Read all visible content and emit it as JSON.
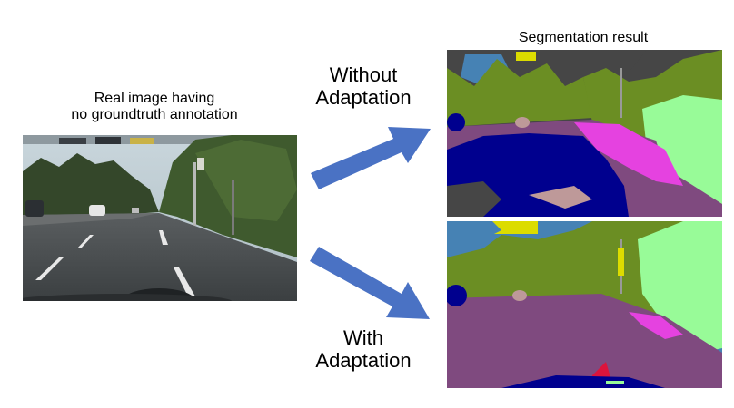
{
  "captions": {
    "real_image_line1": "Real image having",
    "real_image_line2": "no groundtruth annotation",
    "segmentation_result": "Segmentation result",
    "without_line1": "Without",
    "without_line2": "Adaptation",
    "with_line1": "With",
    "with_line2": "Adaptation"
  },
  "colors": {
    "arrow": "#4A72C4",
    "road": "#7F4A7F",
    "sidewalk": "#E542E0",
    "vegetation": "#6B8E23",
    "terrain": "#98FB98",
    "sky": "#4682B4",
    "building": "#464646",
    "car": "#00008E",
    "traffic_sign": "#DCDC00",
    "person": "#DC143C",
    "pole": "#999999",
    "fence": "#BE9999"
  },
  "icons": {
    "arrow_top": "right-arrow-icon",
    "arrow_bottom": "right-arrow-icon"
  }
}
